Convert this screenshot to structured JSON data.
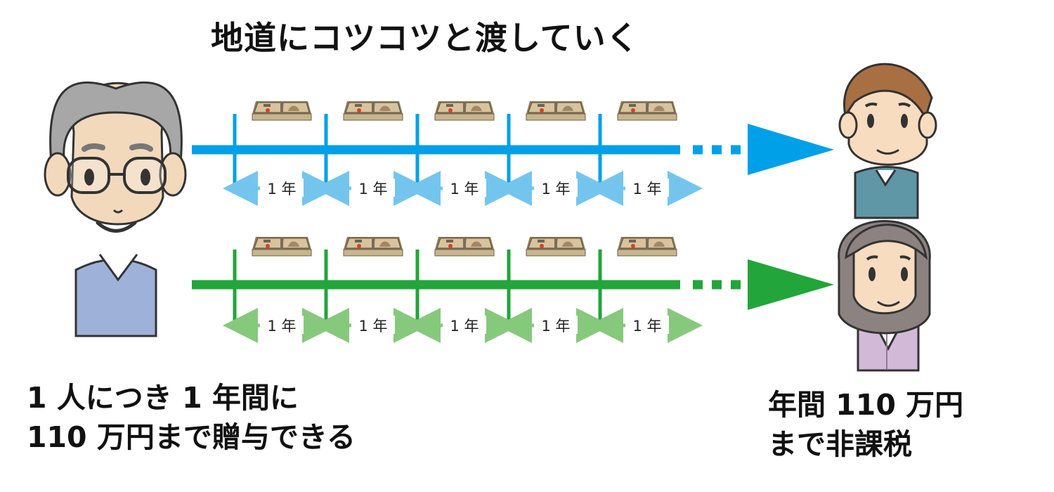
{
  "headline": "地道にコツコツと渡していく",
  "giver_caption": {
    "line1": "1 人につき 1 年間に",
    "line2": "110 万円まで贈与できる"
  },
  "receiver_caption": {
    "line1": "年間 110 万円",
    "line2": "まで非課税"
  },
  "interval_label": "1 年",
  "timelines": [
    {
      "color": "#00a0e9",
      "arrow_color": "#74c5ee",
      "intervals": 5
    },
    {
      "color": "#22a53a",
      "arrow_color": "#86c97c",
      "intervals": 5
    }
  ],
  "colors": {
    "money": "#c8b189",
    "giver_shirt": "#9eb1d8",
    "receiver_male_shirt": "#5f97a7",
    "receiver_female_shirt": "#d3b9d8"
  },
  "icons": [
    "elderly-man-icon",
    "money-bundle-icon",
    "young-man-icon",
    "young-woman-icon"
  ]
}
